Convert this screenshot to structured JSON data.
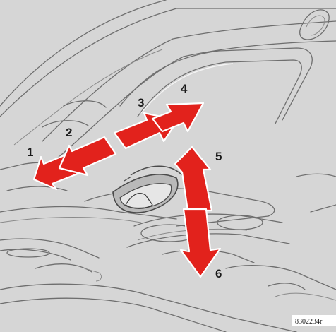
{
  "figure": {
    "labels": [
      "1",
      "2",
      "3",
      "4",
      "5",
      "6"
    ],
    "reference_code": "8302234r"
  },
  "colors": {
    "arrow": "#e2221c",
    "background": "#d6d6d6",
    "line": "#6e6e6e"
  },
  "icons": [
    "arrow-tilt-back-icon",
    "arrow-tilt-forward-icon",
    "arrow-slide-back-icon",
    "arrow-slide-forward-icon",
    "arrow-up-icon",
    "arrow-down-icon"
  ]
}
